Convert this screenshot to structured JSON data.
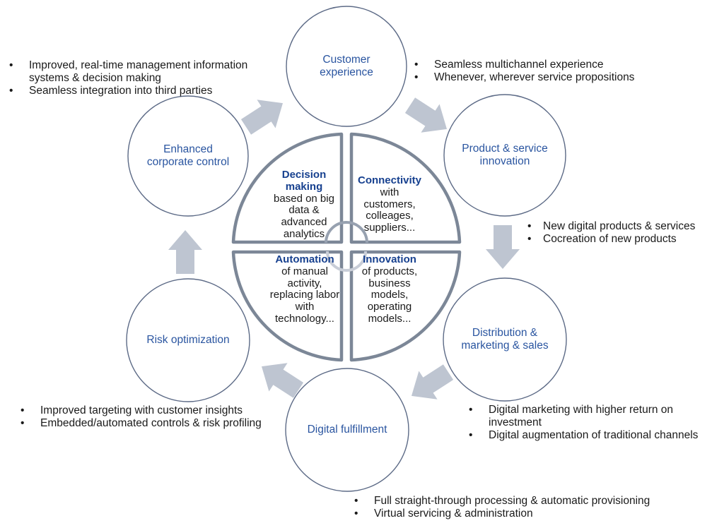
{
  "ui": {
    "bullet": "•"
  },
  "colors": {
    "circle_label": "#2a55a0",
    "quadrant_title": "#16408f",
    "body_text": "#1a1a1a",
    "arrow_fill": "#bec5d1",
    "ring_stroke": "#7c8797",
    "outer_circle_stroke": "#5c6a86",
    "cycle_arc_top": "#97a1b0",
    "cycle_arc_bottom": "#c8cdd7"
  },
  "outer_circles": [
    {
      "id": "customer-experience",
      "label": "Customer\nexperience"
    },
    {
      "id": "product-service-innovation",
      "label": "Product & service\ninnovation"
    },
    {
      "id": "distribution-marketing-sales",
      "label": "Distribution &\nmarketing & sales"
    },
    {
      "id": "digital-fulfillment",
      "label": "Digital fulfillment"
    },
    {
      "id": "risk-optimization",
      "label": "Risk optimization"
    },
    {
      "id": "enhanced-corporate-control",
      "label": "Enhanced\ncorporate control"
    }
  ],
  "quadrants": [
    {
      "id": "decision-making",
      "title": "Decision\nmaking",
      "body": "based on big\ndata &\nadvanced\nanalytics"
    },
    {
      "id": "connectivity",
      "title": "Connectivity",
      "body": "with\ncustomers,\ncolleages,\nsuppliers..."
    },
    {
      "id": "automation",
      "title": "Automation",
      "body": "of manual\nactivity,\nreplacing labor\nwith\ntechnology..."
    },
    {
      "id": "innovation",
      "title": "Innovation",
      "body": "of products,\nbusiness\nmodels,\noperating\nmodels..."
    }
  ],
  "bullets": {
    "top_left": {
      "items": [
        "Improved, real-time management information systems & decision making",
        "Seamless integration into third parties"
      ]
    },
    "top_right": {
      "items": [
        "Seamless multichannel experience",
        "Whenever, wherever service propositions"
      ]
    },
    "mid_right": {
      "items": [
        "New digital products & services",
        "Cocreation of new products"
      ]
    },
    "bottom_right": {
      "items": [
        "Digital marketing with higher return on investment",
        "Digital augmentation of traditional channels"
      ]
    },
    "bottom": {
      "items": [
        "Full straight-through processing & automatic provisioning",
        "Virtual servicing & administration"
      ]
    },
    "bottom_left": {
      "items": [
        "Improved targeting with customer insights",
        "Embedded/automated controls & risk profiling"
      ]
    }
  }
}
